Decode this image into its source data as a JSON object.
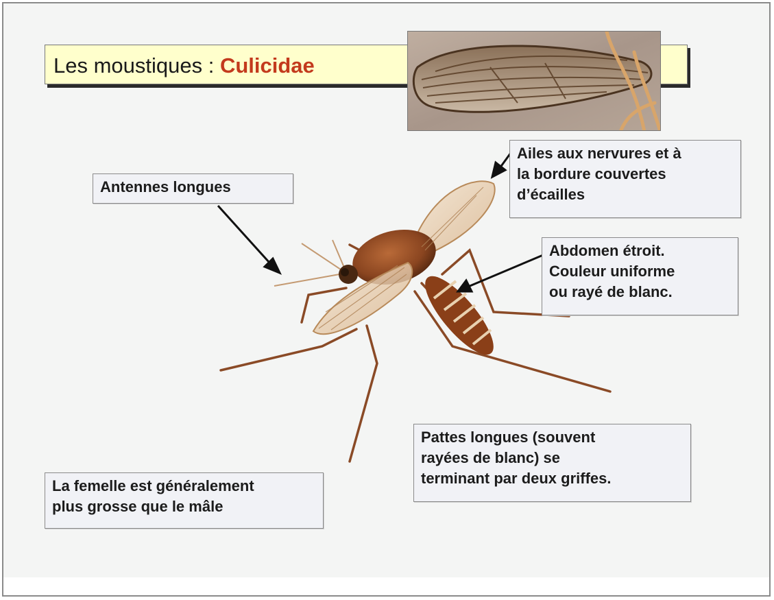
{
  "slide": {
    "title_prefix": "Les moustiques : ",
    "title_accent": "Culicidae",
    "accent_color": "#c33a1d",
    "title_bg": "#ffffcc"
  },
  "labels": {
    "antennae": {
      "lines": [
        "Antennes longues"
      ]
    },
    "wings": {
      "lines": [
        "Ailes aux nervures et à",
        "la bordure couvertes",
        "d’écailles"
      ]
    },
    "abdomen": {
      "lines": [
        "Abdomen étroit.",
        "Couleur uniforme",
        "ou rayé de blanc."
      ]
    },
    "legs": {
      "lines": [
        "Pattes longues (souvent",
        "rayées de blanc) se",
        "terminant par deux griffes."
      ]
    },
    "female": {
      "lines": [
        "La femelle est généralement",
        "plus grosse que le mâle"
      ]
    }
  }
}
